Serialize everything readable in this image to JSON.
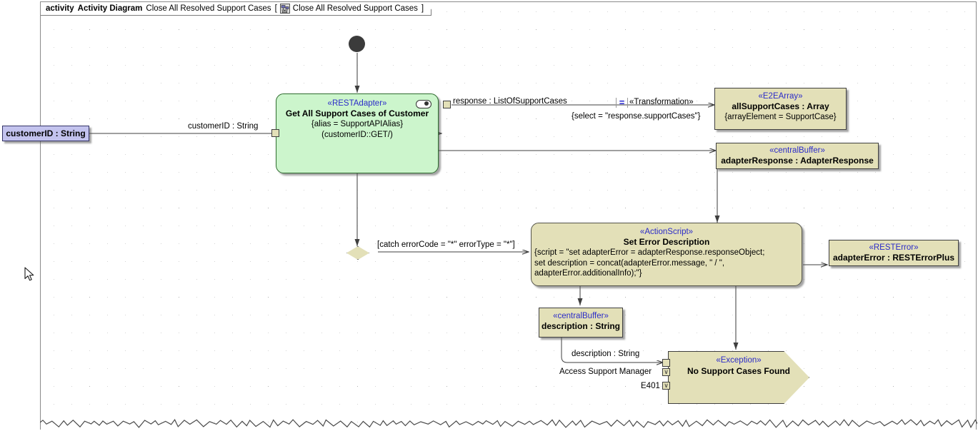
{
  "frame": {
    "keyword": "activity",
    "type_label": "Activity Diagram",
    "name": "Close All Resolved Support Cases",
    "bracket_open": "[",
    "bracket_name": "Close All Resolved Support Cases",
    "bracket_close": "]",
    "icon": "activity-diagram-icon"
  },
  "nodes": {
    "initial": {
      "name": "initial-node"
    },
    "input_param": {
      "label": "customerID : String"
    },
    "rest_adapter": {
      "stereotype": "«RESTAdapter»",
      "name": "Get All Support Cases of Customer",
      "prop1": "{alias = SupportAPIAlias}",
      "prop2": "(customerID::GET/)",
      "glyph": "rounded-rect-icon"
    },
    "e2e_array": {
      "stereotype": "«E2EArray»",
      "name": "allSupportCases : Array",
      "prop1": "{arrayElement = SupportCase}"
    },
    "adapter_response": {
      "stereotype": "«centralBuffer»",
      "name": "adapterResponse : AdapterResponse"
    },
    "action_script": {
      "stereotype": "«ActionScript»",
      "name": "Set Error Description",
      "script_line1": "{script = \"set adapterError = adapterResponse.responseObject;",
      "script_line2": "set description = concat(adapterError.message, \" / \",",
      "script_line3": "adapterError.additionalInfo);\"}"
    },
    "rest_error": {
      "stereotype": "«RESTError»",
      "name": "adapterError : RESTErrorPlus"
    },
    "description_buffer": {
      "stereotype": "«centralBuffer»",
      "name": "description : String"
    },
    "exception": {
      "stereotype": "«Exception»",
      "name": "No Support Cases Found"
    }
  },
  "edges": {
    "customer_id_label": "customerID : String",
    "response_label": "response : ListOfSupportCases",
    "transformation_stereotype": "«Transformation»",
    "transformation_icon": "=",
    "select_prop": "{select = \"response.supportCases\"}",
    "guard": "[catch errorCode = \"*\" errorType = \"*\"]",
    "description_pin_label": "description : String",
    "access_pin_label": "Access Support Manager",
    "e401_pin_label": "E401"
  },
  "colors": {
    "action_green": "#ccf5cc",
    "object_khaki": "#e3e0b8",
    "param_lavender": "#c3c3ee",
    "stereotype_blue": "#2b2bc9",
    "line": "#3f3f3f"
  }
}
